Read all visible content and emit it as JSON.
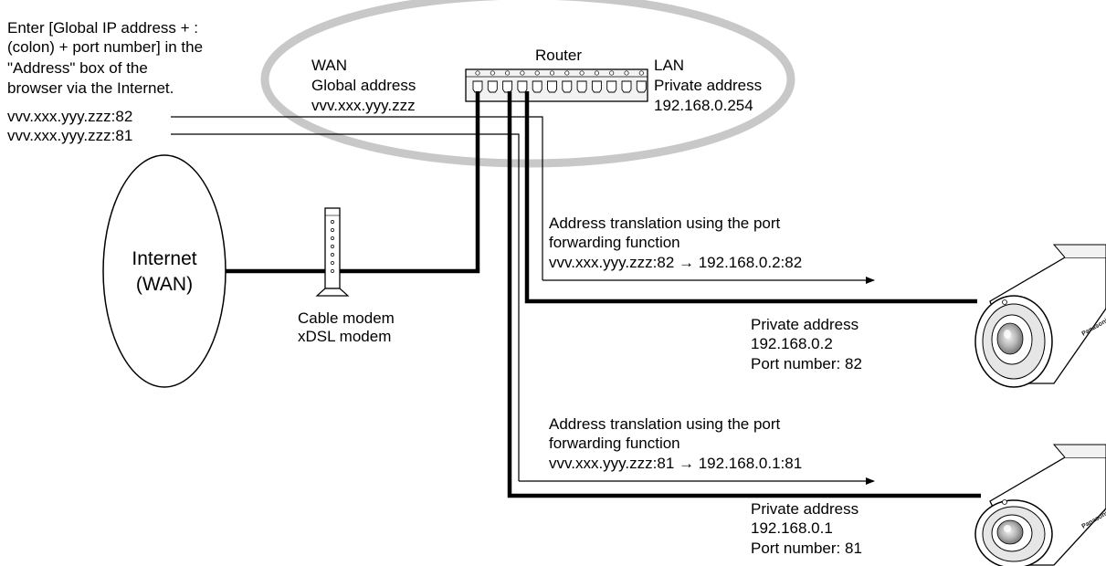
{
  "instruction": {
    "lines": [
      "Enter [Global IP address + :",
      "(colon) + port number] in the",
      "\"Address\" box of the",
      "browser via the Internet."
    ]
  },
  "urls": {
    "port82": "vvv.xxx.yyy.zzz:82",
    "port81": "vvv.xxx.yyy.zzz:81"
  },
  "router": {
    "label": "Router",
    "wan_label": "WAN",
    "wan_sub": "Global address",
    "wan_addr": "vvv.xxx.yyy.zzz",
    "lan_label": "LAN",
    "lan_sub": "Private address",
    "lan_addr": "192.168.0.254"
  },
  "internet": {
    "line1": "Internet",
    "line2": "(WAN)"
  },
  "modem": {
    "line1": "Cable modem",
    "line2": "xDSL modem"
  },
  "translation_upper": {
    "line1": "Address translation using the port",
    "line2": "forwarding function",
    "line3": "vvv.xxx.yyy.zzz:82 → 192.168.0.2:82"
  },
  "translation_lower": {
    "line1": "Address translation using the port",
    "line2": "forwarding function",
    "line3": "vvv.xxx.yyy.zzz:81 → 192.168.0.1:81"
  },
  "camera_upper": {
    "line1": "Private address",
    "line2": "192.168.0.2",
    "line3": "Port number: 82",
    "brand": "Panasonic"
  },
  "camera_lower": {
    "line1": "Private address",
    "line2": "192.168.0.1",
    "line3": "Port number: 81",
    "brand": "Panasonic"
  },
  "colors": {
    "ring": "#c8c8c8",
    "router_body": "#f2f2f2",
    "camera_body": "#ffffff",
    "lens_outer": "#e6e6e6",
    "lens_inner": "#8a8a8a",
    "ink": "#000000"
  }
}
